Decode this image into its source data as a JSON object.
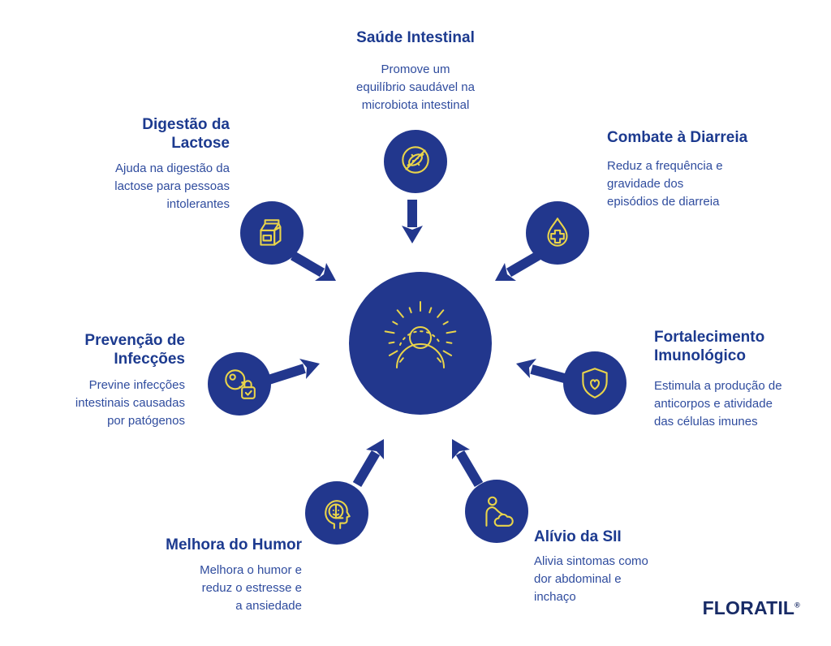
{
  "colors": {
    "navy": "#22378D",
    "accent_yellow": "#E9D44A",
    "heading_text": "#1C3A8F",
    "body_text": "#2F4C9E",
    "logo_navy": "#182B66"
  },
  "center": {
    "icon": "radiating-person-icon"
  },
  "benefits": [
    {
      "id": "saude-intestinal",
      "title": "Saúde Intestinal",
      "description": "Promove um\nequilíbrio saudável na\nmicrobiota intestinal",
      "icon": "no-bacteria-icon"
    },
    {
      "id": "digestao-lactose",
      "title": "Digestão da\nLactose",
      "description": "Ajuda na digestão da\nlactose para pessoas\nintolerantes",
      "icon": "milk-carton-icon"
    },
    {
      "id": "combate-diarreia",
      "title": "Combate à Diarreia",
      "description": "Reduz a frequência e\ngravidade dos\nepisódios de diarreia",
      "icon": "medical-droplet-icon"
    },
    {
      "id": "prevencao-infeccoes",
      "title": "Prevenção de\nInfecções",
      "description": "Previne infecções\nintestinais causadas\npor patógenos",
      "icon": "microbe-padlock-icon"
    },
    {
      "id": "fortalecimento-imunologico",
      "title": "Fortalecimento\nImunológico",
      "description": "Estimula a produção de\nanticorpos e atividade\ndas células imunes",
      "icon": "shield-heart-icon"
    },
    {
      "id": "melhora-humor",
      "title": "Melhora do Humor",
      "description": "Melhora o humor e\nreduz o estresse e\na ansiedade",
      "icon": "head-mind-icon"
    },
    {
      "id": "alivio-sii",
      "title": "Alívio da SII",
      "description": "Alivia sintomas como\ndor abdominal e\ninchaço",
      "icon": "abdominal-pain-icon"
    }
  ],
  "brand": {
    "name": "FLORATIL",
    "registered_mark": "®"
  }
}
